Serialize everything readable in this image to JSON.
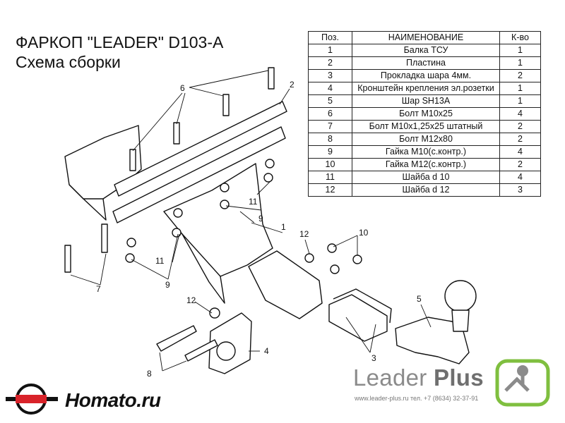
{
  "title": "ФАРКОП \"LEADER\" D103-A",
  "subtitle": "Схема сборки",
  "table": {
    "headers": [
      "Поз.",
      "НАИМЕНОВАНИЕ",
      "К-во"
    ],
    "rows": [
      {
        "pos": "1",
        "name": "Балка ТСУ",
        "qty": "1"
      },
      {
        "pos": "2",
        "name": "Пластина",
        "qty": "1"
      },
      {
        "pos": "3",
        "name": "Прокладка шара 4мм.",
        "qty": "2"
      },
      {
        "pos": "4",
        "name": "Кронштейн крепления эл.розетки",
        "qty": "1"
      },
      {
        "pos": "5",
        "name": "Шар SH13A",
        "qty": "1"
      },
      {
        "pos": "6",
        "name": "Болт M10x25",
        "qty": "4"
      },
      {
        "pos": "7",
        "name": "Болт M10x1,25x25 штатный",
        "qty": "2"
      },
      {
        "pos": "8",
        "name": "Болт M12x80",
        "qty": "2"
      },
      {
        "pos": "9",
        "name": "Гайка  M10(с.контр.)",
        "qty": "4"
      },
      {
        "pos": "10",
        "name": "Гайка M12(с.контр.)",
        "qty": "2"
      },
      {
        "pos": "11",
        "name": "Шайба d 10",
        "qty": "4"
      },
      {
        "pos": "12",
        "name": "Шайба d 12",
        "qty": "3"
      }
    ]
  },
  "callouts": {
    "c1": "1",
    "c2": "2",
    "c3": "3",
    "c4": "4",
    "c5": "5",
    "c6": "6",
    "c7": "7",
    "c8": "8",
    "c9a": "9",
    "c9b": "9",
    "c10": "10",
    "c11a": "11",
    "c11b": "11",
    "c12a": "12",
    "c12b": "12"
  },
  "brand": {
    "name_light": "Leader",
    "name_bold": "Plus",
    "site": "www.leader-plus.ru   тел. +7 (8634) 32-37-91"
  },
  "watermark": {
    "text": "Homato.ru",
    "accent": "#d9232a"
  },
  "colors": {
    "ink": "#111111",
    "logo_green": "#7fbf3f",
    "logo_gray": "#8b8b8b"
  }
}
